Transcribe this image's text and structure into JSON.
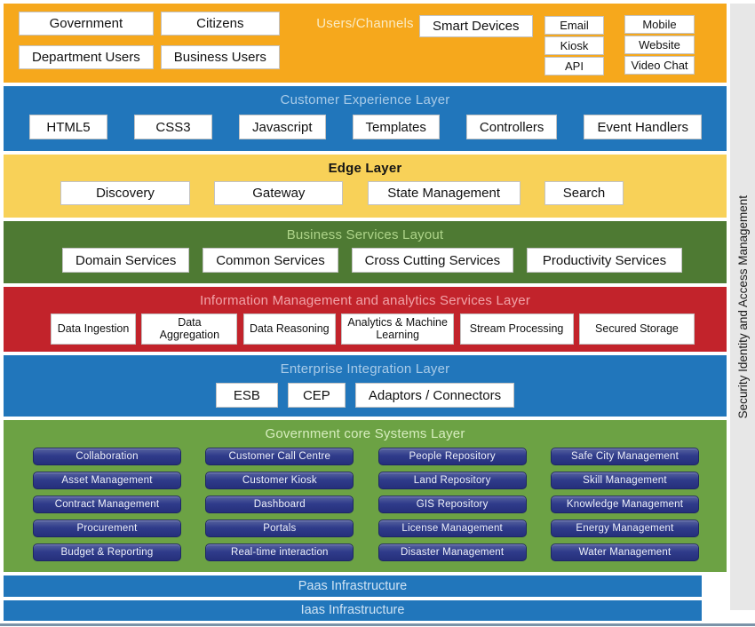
{
  "security_bar": {
    "label": "Security Identity and Access Management"
  },
  "layers": {
    "users": {
      "title": "Users/Channels",
      "left_boxes": [
        "Government",
        "Citizens",
        "Department Users",
        "Business Users"
      ],
      "smart_devices": "Smart Devices",
      "channels_col1": [
        "Email",
        "Kiosk",
        "API"
      ],
      "channels_col2": [
        "Mobile",
        "Website",
        "Video Chat"
      ]
    },
    "customer_experience": {
      "title": "Customer Experience Layer",
      "boxes": [
        "HTML5",
        "CSS3",
        "Javascript",
        "Templates",
        "Controllers",
        "Event Handlers"
      ]
    },
    "edge": {
      "title": "Edge Layer",
      "boxes": [
        "Discovery",
        "Gateway",
        "State Management",
        "Search"
      ]
    },
    "business": {
      "title": "Business Services Layout",
      "boxes": [
        "Domain Services",
        "Common Services",
        "Cross Cutting Services",
        "Productivity Services"
      ]
    },
    "information": {
      "title": "Information Management and analytics Services Layer",
      "boxes": [
        "Data Ingestion",
        "Data Aggregation",
        "Data Reasoning",
        "Analytics & Machine Learning",
        "Stream Processing",
        "Secured Storage"
      ]
    },
    "integration": {
      "title": "Enterprise Integration Layer",
      "boxes": [
        "ESB",
        "CEP",
        "Adaptors / Connectors"
      ]
    },
    "government_core": {
      "title": "Government core Systems Layer",
      "columns": [
        [
          "Collaboration",
          "Asset Management",
          "Contract Management",
          "Procurement",
          "Budget & Reporting"
        ],
        [
          "Customer Call Centre",
          "Customer Kiosk",
          "Dashboard",
          "Portals",
          "Real-time interaction"
        ],
        [
          "People Repository",
          "Land Repository",
          "GIS Repository",
          "License Management",
          "Disaster Management"
        ],
        [
          "Safe City Management",
          "Skill Management",
          "Knowledge Management",
          "Energy Management",
          "Water Management"
        ]
      ]
    },
    "paas": {
      "title": "Paas Infrastructure"
    },
    "iaas": {
      "title": "Iaas Infrastructure"
    }
  },
  "colors": {
    "users_layer": "#F6A81C",
    "blue_layer": "#2176BB",
    "edge_layer": "#F8D158",
    "business_layer": "#4E7A33",
    "information_layer": "#C2232B",
    "government_layer": "#6CA244",
    "system_pill": "#2E3A88",
    "security_strip": "#E7E7E7",
    "bottom_rule": "#7B93A8",
    "box_background": "#FFFFFF"
  }
}
